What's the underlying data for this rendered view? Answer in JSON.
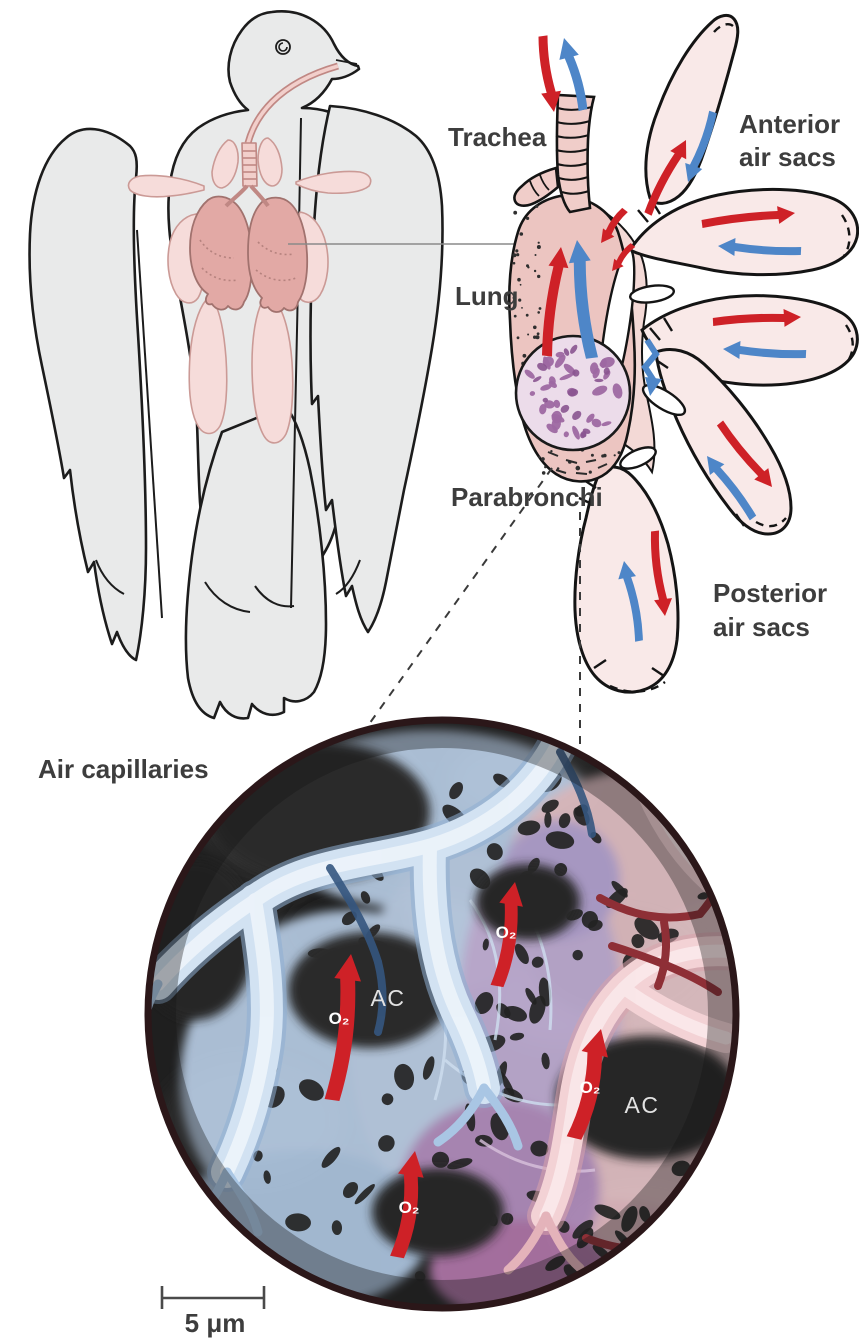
{
  "labels": {
    "trachea": "Trachea",
    "anterior_air_sacs_line1": "Anterior",
    "anterior_air_sacs_line2": "air sacs",
    "lung": "Lung",
    "parabronchi": "Parabronchi",
    "posterior_air_sacs_line1": "Posterior",
    "posterior_air_sacs_line2": "air sacs",
    "air_capillaries": "Air capillaries",
    "air_capillary_abbrev": "AC",
    "oxygen": "O₂",
    "scale_bar": "5 μm"
  },
  "colors": {
    "exhalation_red": "#ce2127",
    "inhalation_blue": "#4e86c8",
    "label_text": "#3d3d3d",
    "bird_body_gray": "#e9eaea",
    "air_sac_pink": "#f9e9e8",
    "lung_pink": "#ecc5c1",
    "parabronchi_purple": "#9e68a2",
    "inset_background": "#262626",
    "air_capillary_blue": "#d2e2f2",
    "blood_capillary_pink": "#f3d2d5"
  }
}
